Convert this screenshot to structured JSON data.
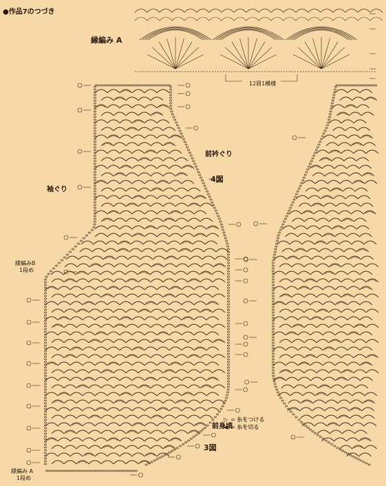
{
  "header": {
    "title": "●作品7のつづき"
  },
  "labels": {
    "edging_a": "縁編み A",
    "repeat": "12目1模様",
    "front_neck": "前衿ぐり",
    "fig4": "4図",
    "armhole": "袖ぐり",
    "edging_b": "縁編みB",
    "row1_b": "1段め",
    "front_body": "前身頃",
    "fig3": "3図",
    "edging_a2": "縁編み A",
    "row1_a": "1段め"
  },
  "legend": {
    "attach": "= 糸をつける",
    "cut": "= 糸を切る"
  },
  "colors": {
    "background": "#f6d9a6",
    "ink": "#3a2818",
    "label": "#2a1a10"
  }
}
